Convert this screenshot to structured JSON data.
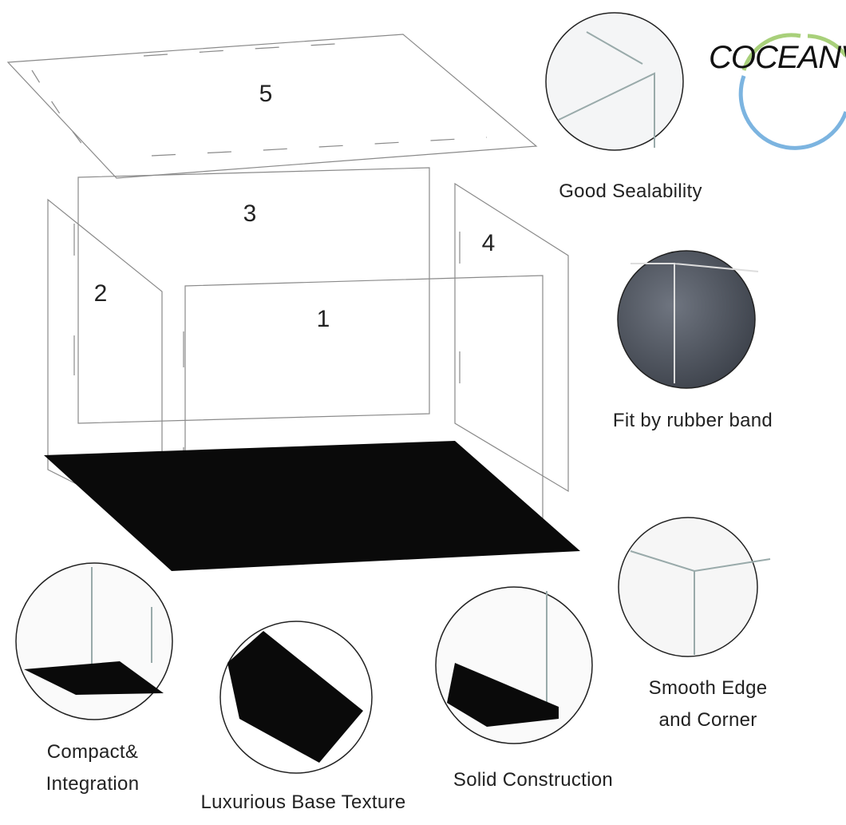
{
  "brand": {
    "name": "COCEANV",
    "ring_colors": [
      "#9cc97a",
      "#7fb6df"
    ]
  },
  "panels": [
    {
      "number": "5"
    },
    {
      "number": "3"
    },
    {
      "number": "2"
    },
    {
      "number": "4"
    },
    {
      "number": "1"
    }
  ],
  "features": [
    {
      "lines": [
        "Good Sealability"
      ]
    },
    {
      "lines": [
        "Fit by rubber band"
      ]
    },
    {
      "lines": [
        "Smooth Edge",
        "and Corner"
      ]
    },
    {
      "lines": [
        "Compact&",
        "Integration"
      ]
    },
    {
      "lines": [
        "Luxurious Base Texture"
      ]
    },
    {
      "lines": [
        "Solid Construction"
      ]
    }
  ],
  "colors": {
    "base": "#0a0a0a",
    "panel_line": "#8a8a8a"
  }
}
